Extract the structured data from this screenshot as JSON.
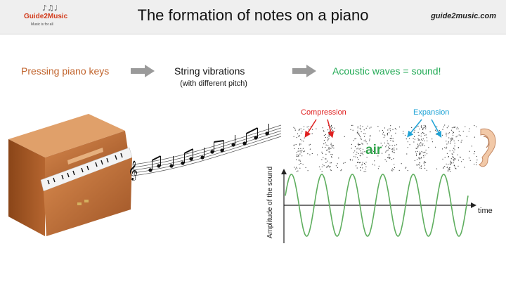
{
  "header": {
    "title": "The formation of notes on a piano",
    "site": "guide2music.com",
    "logo": {
      "name": "Guide2Music",
      "tagline": "Music is for all"
    }
  },
  "steps": {
    "step1": "Pressing piano keys",
    "step2": "String vibrations",
    "step2_sub": "(with different pitch)",
    "step3": "Acoustic waves = sound!"
  },
  "wave_panel": {
    "compression_label": "Compression",
    "expansion_label": "Expansion",
    "medium_label": "air",
    "y_axis_label": "Amplitude of the sound",
    "x_axis_label": "time",
    "cycles": 6
  },
  "colors": {
    "step1": "#c0622a",
    "step3": "#22aa55",
    "compression": "#e02020",
    "expansion": "#1ea3d6",
    "air": "#2fa34a",
    "wave": "#5fae5f",
    "arrow": "#9a9a9a"
  },
  "icons": [
    "piano-icon",
    "music-notes-icon",
    "ear-icon",
    "treble-clef-icon"
  ]
}
